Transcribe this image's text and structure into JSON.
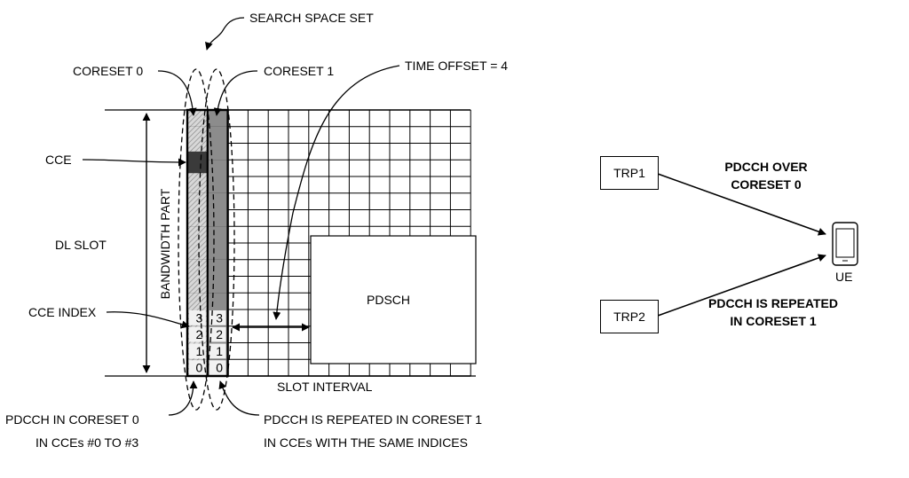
{
  "labels": {
    "search_space_set": "SEARCH SPACE SET",
    "coreset0": "CORESET 0",
    "coreset1": "CORESET 1",
    "time_offset": "TIME OFFSET = 4",
    "cce": "CCE",
    "dl_slot": "DL SLOT",
    "cce_index": "CCE INDEX",
    "bandwidth_part": "BANDWIDTH PART",
    "pdsch": "PDSCH",
    "slot_interval": "SLOT INTERVAL",
    "pdcch_coreset0_line1": "PDCCH IN CORESET 0",
    "pdcch_coreset0_line2": "IN CCEs #0 TO #3",
    "pdcch_repeated_line1": "PDCCH IS REPEATED IN CORESET 1",
    "pdcch_repeated_line2": "IN CCEs WITH THE SAME INDICES"
  },
  "cce_indices": [
    "0",
    "1",
    "2",
    "3"
  ],
  "right": {
    "trp1": "TRP1",
    "trp2": "TRP2",
    "ue": "UE",
    "over_line1": "PDCCH OVER",
    "over_line2": "CORESET 0",
    "rep_line1": "PDCCH IS REPEATED",
    "rep_line2": "IN CORESET 1"
  },
  "colors": {
    "coreset1_fill": "#8c8c8c",
    "cce_highlight": "#3a3a3a",
    "coreset0_hatch": "#a8a8a8"
  }
}
